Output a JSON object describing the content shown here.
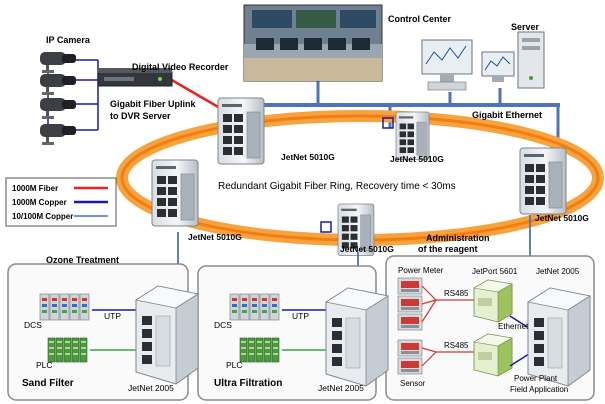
{
  "labels": {
    "ip_camera": "IP Camera",
    "dvr": "Digital Video Recorder",
    "uplink_1": "Gigabit Fiber Uplink",
    "uplink_2": "to DVR Server",
    "control_center": "Control Center",
    "server": "Server",
    "gigabit_ethernet": "Gigabit Ethernet",
    "ring": "Redundant Gigabit Fiber Ring, Recovery time < 30ms",
    "sw_top_left": "JetNet 5010G",
    "sw_top_center": "JetNet 5010G",
    "sw_right": "JetNet 5010G",
    "sw_left": "JetNet 5010G",
    "sw_bottom_center": "JetNet 5010G",
    "admin_1": "Administration",
    "admin_2": "of the reagent",
    "ozone": "Ozone Treatment",
    "dcs_1": "DCS",
    "plc_1": "PLC",
    "utp_1": "UTP",
    "sand_filter": "Sand Filter",
    "jetnet2005_1": "JetNet 2005",
    "dcs_2": "DCS",
    "plc_2": "PLC",
    "utp_2": "UTP",
    "ultra_filtration": "Ultra Filtration",
    "jetnet2005_2": "JetNet 2005",
    "power_meter": "Power Meter",
    "jetport": "JetPort 5601",
    "jetnet2005_3": "JetNet 2005",
    "rs485_1": "RS485",
    "rs485_2": "RS485",
    "ethernet": "Ethernet",
    "sensor": "Sensor",
    "ppfa_1": "Power Plant",
    "ppfa_2": "Field Application"
  },
  "legend": [
    {
      "label": "1000M Fiber",
      "color": "#e8231e"
    },
    {
      "label": "1000M Copper",
      "color": "#1a1aa6"
    },
    {
      "label": "10/100M Copper",
      "color": "#4a6fd6"
    }
  ],
  "colors": {
    "ring_outer": "#f7a23c",
    "ring_inner": "#f07e12",
    "gigabit_bus": "#4f72b8",
    "panel_border": "#8a8a8a",
    "panel_fill": "#fafafa",
    "fiber": "#e8231e"
  }
}
